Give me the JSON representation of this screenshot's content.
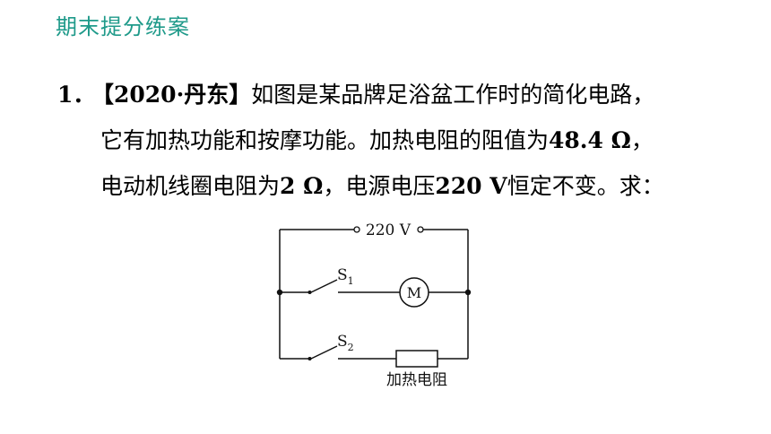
{
  "header": {
    "title": "期末提分练案"
  },
  "question": {
    "number": "1．",
    "source": "【2020·丹东】",
    "line1_text": "如图是某品牌足浴盆工作时的简化电路，",
    "line2_pre": "它有加热功能和按摩功能。加热电阻的阻值为",
    "line2_value": "48.4 Ω",
    "line2_end": "，",
    "line3_pre": "电动机线圈电阻为",
    "line3_value1": "2 Ω",
    "line3_mid": "，电源电压",
    "line3_value2": "220 V",
    "line3_end": "恒定不变。求："
  },
  "circuit": {
    "voltage_label": "220 V",
    "switch1": {
      "letter": "S",
      "sub": "1"
    },
    "switch2": {
      "letter": "S",
      "sub": "2"
    },
    "motor_label": "M",
    "resistor_label": "加热电阻"
  }
}
